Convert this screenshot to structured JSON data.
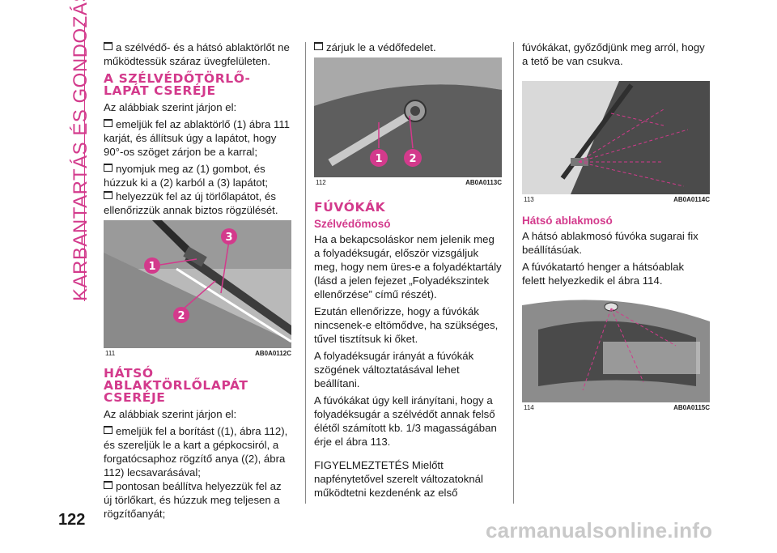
{
  "side_title": "KARBANTARTÁS ÉS GONDOZÁS",
  "page_number": "122",
  "watermark": "carmanualsonline.info",
  "col1": {
    "p1": "a szélvédő- és a hátsó ablaktörlőt ne működtessük száraz üvegfelületen.",
    "h1": "A SZÉLVÉDŐTÖRLŐ-LAPÁT CSERÉJE",
    "p2": "Az alábbiak szerint járjon el:",
    "b1": "emeljük fel az ablaktörlő (1) ábra 111 karját, és állítsuk úgy a lapátot, hogy 90°-os szöget zárjon be a karral;",
    "b2": "nyomjuk meg az (1) gombot, és húzzuk ki a (2) karból a (3) lapátot;",
    "b3": "helyezzük fel az új törlőlapátot, és ellenőrizzük annak biztos rögzülését.",
    "fig_num": "111",
    "fig_code": "AB0A0112C",
    "fig_labels": [
      "1",
      "2",
      "3"
    ],
    "h2": "HÁTSÓ ABLAKTÖRLŐLAPÁT CSERÉJE",
    "p3": "Az alábbiak szerint járjon el:",
    "b4": "emeljük fel a borítást ((1), ábra 112), és szereljük le a kart a gépkocsiról, a forgatócsaphoz rögzítő anya ((2), ábra 112) lecsavarásával;",
    "b5": "pontosan beállítva helyezzük fel az új törlőkart, és húzzuk meg teljesen a rögzítőanyát;"
  },
  "col2": {
    "b1": "zárjuk le a védőfedelet.",
    "fig_num": "112",
    "fig_code": "AB0A0113C",
    "fig_labels": [
      "1",
      "2"
    ],
    "h1": "FÚVÓKÁK",
    "sub1": "Szélvédőmosó",
    "p1": "Ha a bekapcsoláskor nem jelenik meg a folyadéksugár, először vizsgáljuk meg, hogy nem üres-e a folyadéktartály (lásd a jelen fejezet „Folyadékszintek ellenőrzése” című részét).",
    "p2": "Ezután ellenőrizze, hogy a fúvókák nincsenek-e eltömődve, ha szükséges, tűvel tisztítsuk ki őket.",
    "p3": "A folyadéksugár irányát a fúvókák szögének változtatásával lehet beállítani.",
    "p4": "A fúvókákat úgy kell irányítani, hogy a folyadéksugár a szélvédőt annak felső élétől számított kb. 1/3 magasságában érje el ábra 113.",
    "p5": "FIGYELMEZTETÉS Mielőtt napfénytetővel szerelt változatoknál működtetni kezdenénk az első"
  },
  "col3": {
    "p1": "fúvókákat, győződjünk meg arról, hogy a tető be van csukva.",
    "fig1_num": "113",
    "fig1_code": "AB0A0114C",
    "sub1": "Hátsó ablakmosó",
    "p2": "A hátsó ablakmosó fúvóka sugarai fix beállításúak.",
    "p3": "A fúvókatartó henger a hátsóablak felett helyezkedik el ábra 114.",
    "fig2_num": "114",
    "fig2_code": "AB0A0115C"
  },
  "colors": {
    "accent": "#d33a8c",
    "badge": "#d33a8c"
  }
}
